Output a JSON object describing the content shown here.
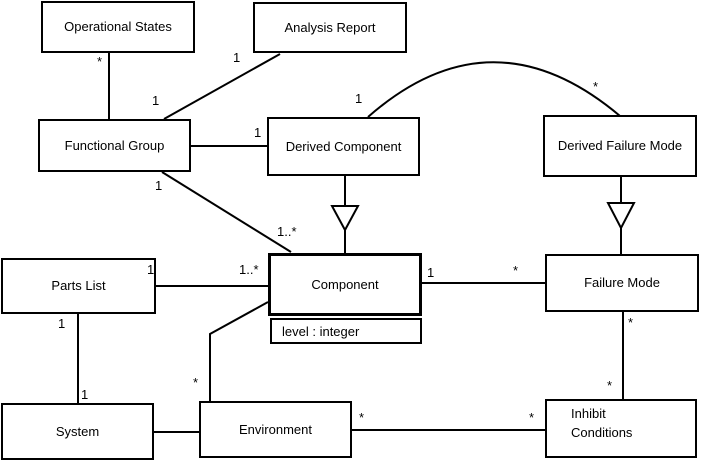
{
  "diagram": {
    "kind": "uml-class-diagram",
    "colors": {
      "background": "#ffffff",
      "stroke": "#000000",
      "text": "#000000"
    },
    "classes": [
      {
        "id": "operational-states",
        "label": "Operational States"
      },
      {
        "id": "analysis-report",
        "label": "Analysis Report"
      },
      {
        "id": "functional-group",
        "label": "Functional Group"
      },
      {
        "id": "derived-component",
        "label": "Derived Component"
      },
      {
        "id": "derived-failure-mode",
        "label": "Derived Failure Mode"
      },
      {
        "id": "parts-list",
        "label": "Parts List"
      },
      {
        "id": "component",
        "label": "Component",
        "attributes": [
          "level : integer"
        ]
      },
      {
        "id": "failure-mode",
        "label": "Failure Mode"
      },
      {
        "id": "system",
        "label": "System"
      },
      {
        "id": "environment",
        "label": "Environment"
      },
      {
        "id": "inhibit-conditions",
        "label": "Inhibit Conditions"
      }
    ],
    "relationships": [
      {
        "from": "Operational States",
        "to": "Functional Group",
        "type": "association",
        "from_mult": "*",
        "to_mult": "1"
      },
      {
        "from": "Analysis Report",
        "to": "Functional Group",
        "type": "association",
        "from_mult": "1"
      },
      {
        "from": "Functional Group",
        "to": "Derived Component",
        "type": "association",
        "to_mult": "1"
      },
      {
        "from": "Derived Component",
        "to": "Derived Failure Mode",
        "type": "association",
        "from_mult": "1",
        "to_mult": "*"
      },
      {
        "from": "Derived Component",
        "to": "Component",
        "type": "generalization"
      },
      {
        "from": "Derived Failure Mode",
        "to": "Failure Mode",
        "type": "generalization"
      },
      {
        "from": "Functional Group",
        "to": "Component",
        "type": "association",
        "from_mult": "1",
        "to_mult": "1..*"
      },
      {
        "from": "Parts List",
        "to": "Component",
        "type": "association",
        "from_mult": "1",
        "to_mult": "1..*"
      },
      {
        "from": "Component",
        "to": "Failure Mode",
        "type": "association",
        "from_mult": "1",
        "to_mult": "*"
      },
      {
        "from": "Parts List",
        "to": "System",
        "type": "association",
        "from_mult": "1",
        "to_mult": "1"
      },
      {
        "from": "Failure Mode",
        "to": "Inhibit Conditions",
        "type": "association",
        "from_mult": "*",
        "to_mult": "*"
      },
      {
        "from": "Component",
        "to": "Environment",
        "type": "association",
        "to_mult": "*"
      },
      {
        "from": "Environment",
        "to": "Inhibit Conditions",
        "type": "association",
        "from_mult": "*",
        "to_mult": "*"
      },
      {
        "from": "System",
        "to": "Environment",
        "type": "association"
      }
    ]
  }
}
